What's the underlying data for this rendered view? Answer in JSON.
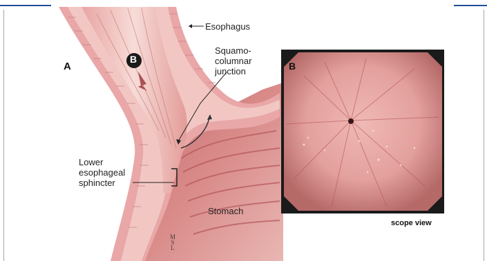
{
  "labels": {
    "panel_a": "A",
    "marker_b": "B",
    "panel_b": "B",
    "esophagus": "Esophagus",
    "squamo_line1": "Squamo-",
    "squamo_line2": "columnar",
    "squamo_line3": "junction",
    "lower_line1": "Lower",
    "lower_line2": "esophageal",
    "lower_line3": "sphincter",
    "stomach": "Stomach",
    "scope_view": "scope view"
  },
  "colors": {
    "frame_accent": "#1f4e9a",
    "tissue_light": "#f2c7c3",
    "tissue_mid": "#d98c8a",
    "tissue_dark": "#b34d53",
    "scope_bg": "#e7a3a0",
    "marker_b_fill": "#1a1a1a"
  },
  "logo_text": [
    "M",
    "S",
    "L"
  ]
}
